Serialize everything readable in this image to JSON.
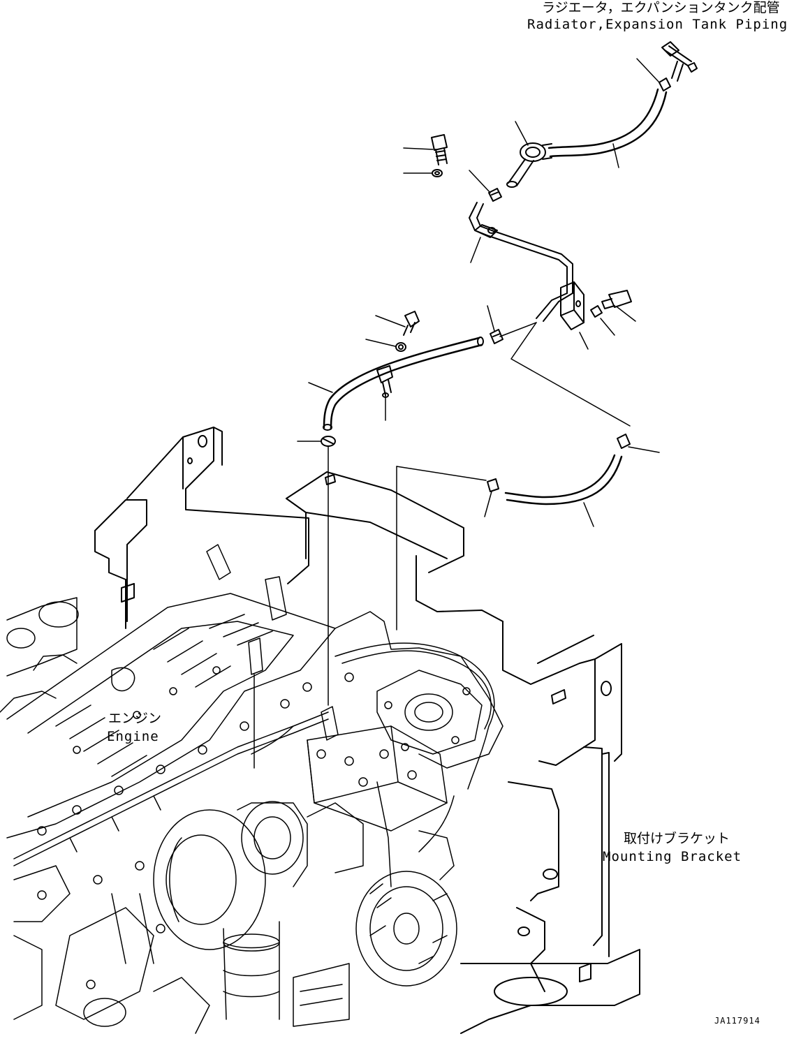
{
  "labels": {
    "radiator_ja": "ラジエータ，エクパンションタンク配管",
    "radiator_en": "Radiator,Expansion Tank Piping",
    "engine_ja": "エンジン",
    "engine_en": "Engine",
    "bracket_ja": "取付けブラケット",
    "bracket_en": "Mounting Bracket",
    "drawing_code": "JA117914"
  }
}
